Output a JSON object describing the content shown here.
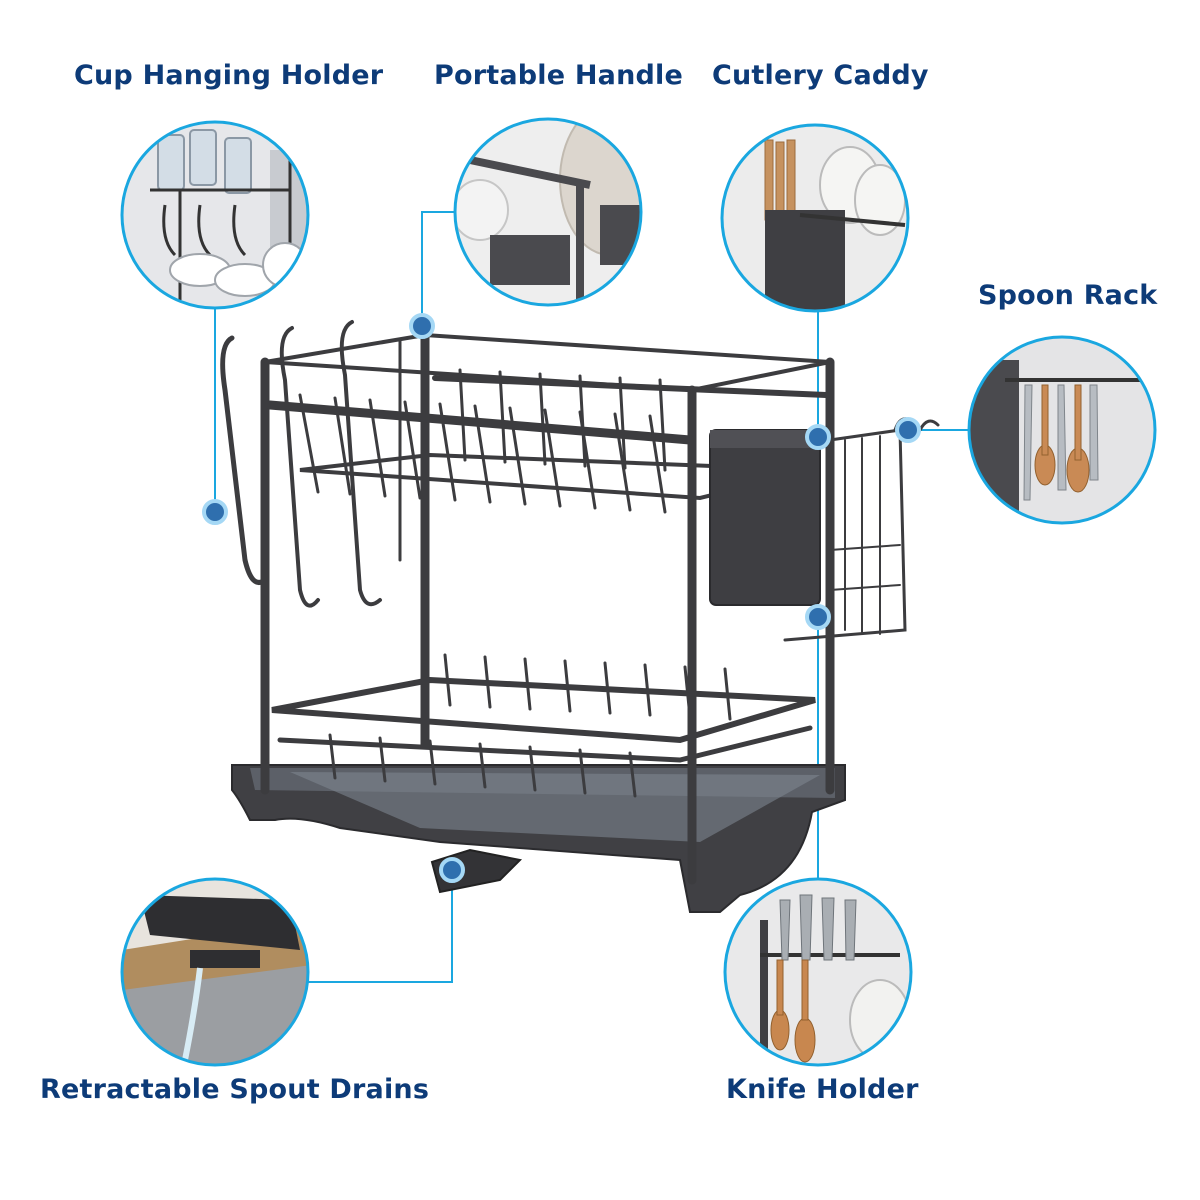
{
  "features": {
    "cup_hanging_holder": "Cup Hanging Holder",
    "portable_handle": "Portable Handle",
    "cutlery_caddy": "Cutlery Caddy",
    "spoon_rack": "Spoon Rack",
    "retractable_spout_drains": "Retractable Spout Drains",
    "knife_holder": "Knife Holder"
  },
  "colors": {
    "label_text": "#0d3b78",
    "callout_ring": "#1aa7e0",
    "connector_line": "#1aa7e0",
    "rack_metal": "#3c3c3f"
  }
}
